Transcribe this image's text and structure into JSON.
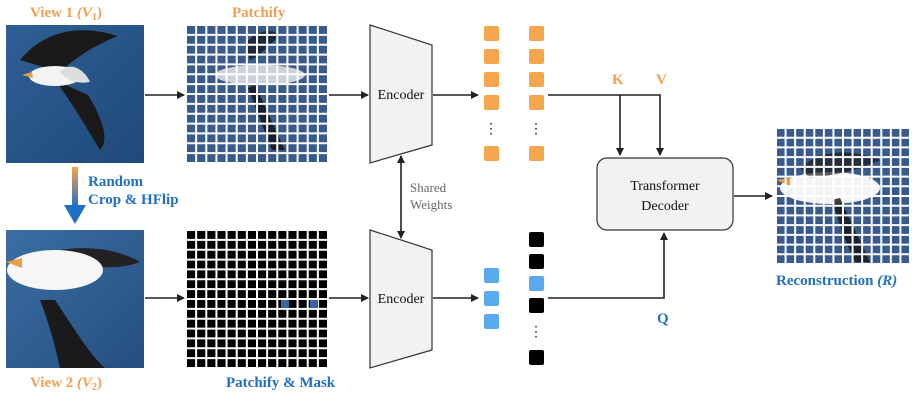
{
  "view1": {
    "label": "View 1",
    "var": "(V",
    "sub": "1",
    "close": ")"
  },
  "view2": {
    "label": "View 2",
    "var": "(V",
    "sub": "2",
    "close": ")"
  },
  "patchify": "Patchify",
  "patchify_mask": "Patchify & Mask",
  "augment": {
    "line1": "Random",
    "line2": "Crop & HFlip"
  },
  "encoder": "Encoder",
  "shared": {
    "line1": "Shared",
    "line2": "Weights"
  },
  "decoder": {
    "line1": "Transformer",
    "line2": "Decoder"
  },
  "k": "K",
  "v": "V",
  "q": "Q",
  "ellipsis": "⋮",
  "reconstruction": {
    "label": "Reconstruction",
    "var": "(R)"
  },
  "colors": {
    "orange": "#f5a54c",
    "blue": "#5aaaf0",
    "black": "#000000",
    "grid_blue": "#3a5a8c",
    "label_orange": "#f0a050",
    "label_blue": "#1f6fc4"
  }
}
